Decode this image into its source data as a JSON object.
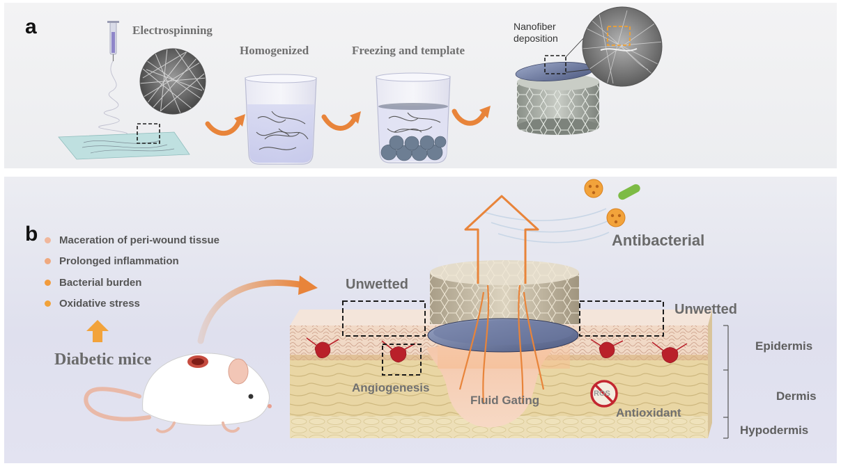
{
  "panel_a": {
    "letter": "a",
    "steps": {
      "electrospinning": "Electrospinning",
      "homogenized": "Homogenized",
      "freezing": "Freezing and template",
      "deposition_line1": "Nanofiber",
      "deposition_line2": "deposition"
    }
  },
  "panel_b": {
    "letter": "b",
    "problems": [
      {
        "label": "Maceration of peri-wound tissue",
        "color": "#f0b79c"
      },
      {
        "label": "Prolonged inflammation",
        "color": "#efa97f"
      },
      {
        "label": "Bacterial burden",
        "color": "#f29b3c"
      },
      {
        "label": "Oxidative stress",
        "color": "#f1a23a"
      }
    ],
    "mice_label": "Diabetic mice",
    "labels": {
      "antibacterial": "Antibacterial",
      "unwetted_left": "Unwetted",
      "unwetted_right": "Unwetted",
      "angiogenesis": "Angiogenesis",
      "fluid_gating": "Fluid Gating",
      "antioxidant": "Antioxidant",
      "ros": "ROS"
    },
    "skin_layers": {
      "epidermis": "Epidermis",
      "dermis": "Dermis",
      "hypodermis": "Hypodermis"
    }
  },
  "colors": {
    "arrow_orange": "#e8843a",
    "skin_dermis": "#e9d6a4",
    "skin_epidermis": "#f1d9c6",
    "vessel_red": "#b9202a",
    "dash_box": "#1a1a1a",
    "roi_orange": "#f0a030"
  }
}
